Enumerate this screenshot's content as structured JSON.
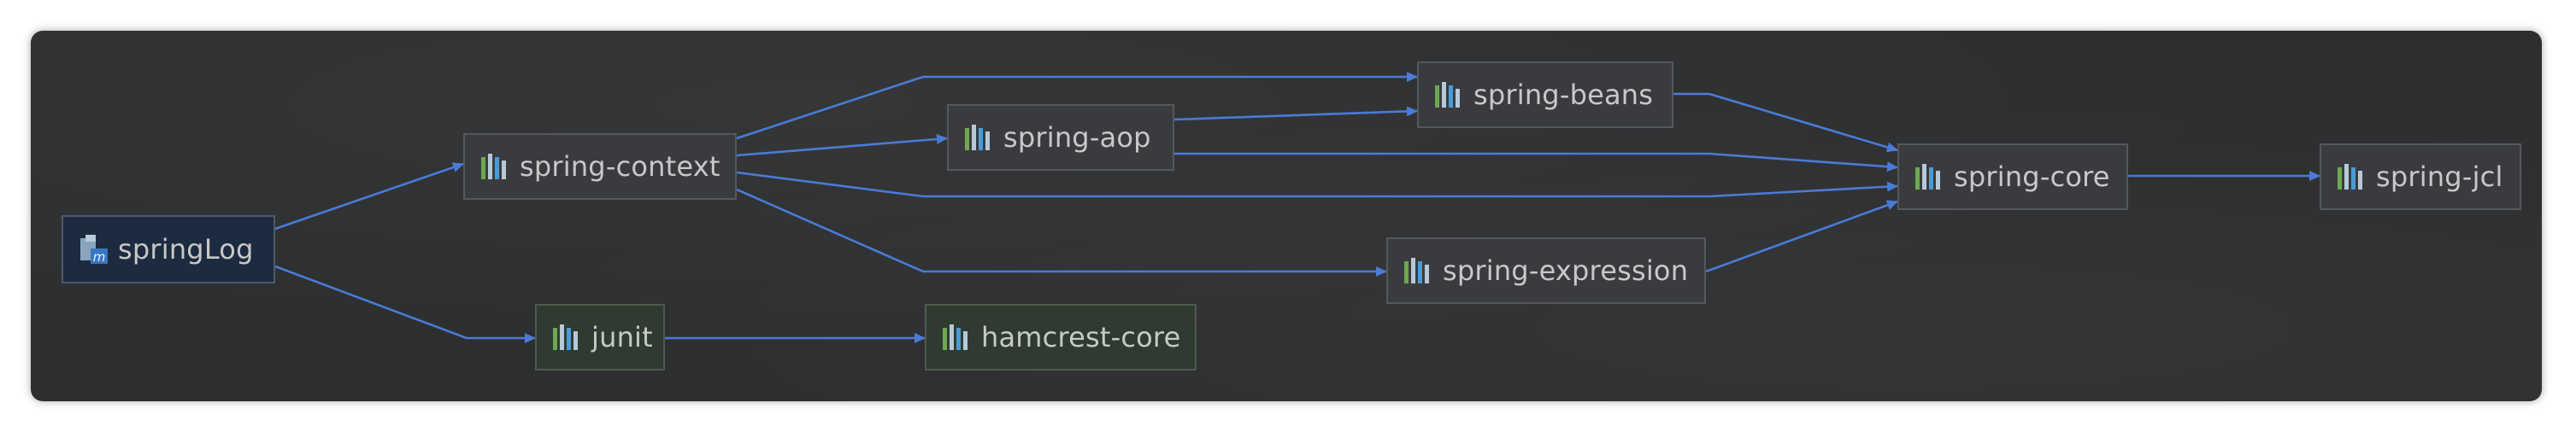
{
  "diagram": {
    "nodes": [
      {
        "id": "springLog",
        "label": "springLog",
        "icon": "maven-module-icon",
        "style": "root"
      },
      {
        "id": "spring-context",
        "label": "spring-context",
        "icon": "library-icon",
        "style": "default"
      },
      {
        "id": "spring-aop",
        "label": "spring-aop",
        "icon": "library-icon",
        "style": "default"
      },
      {
        "id": "spring-beans",
        "label": "spring-beans",
        "icon": "library-icon",
        "style": "default"
      },
      {
        "id": "spring-core",
        "label": "spring-core",
        "icon": "library-icon",
        "style": "default"
      },
      {
        "id": "spring-jcl",
        "label": "spring-jcl",
        "icon": "library-icon",
        "style": "default"
      },
      {
        "id": "spring-expression",
        "label": "spring-expression",
        "icon": "library-icon",
        "style": "default"
      },
      {
        "id": "junit",
        "label": "junit",
        "icon": "library-icon",
        "style": "green"
      },
      {
        "id": "hamcrest-core",
        "label": "hamcrest-core",
        "icon": "library-icon",
        "style": "green"
      }
    ],
    "edges": [
      {
        "from": "springLog",
        "to": "spring-context"
      },
      {
        "from": "springLog",
        "to": "junit"
      },
      {
        "from": "spring-context",
        "to": "spring-beans"
      },
      {
        "from": "spring-context",
        "to": "spring-aop"
      },
      {
        "from": "spring-context",
        "to": "spring-core"
      },
      {
        "from": "spring-context",
        "to": "spring-expression"
      },
      {
        "from": "spring-aop",
        "to": "spring-beans"
      },
      {
        "from": "spring-aop",
        "to": "spring-core"
      },
      {
        "from": "spring-beans",
        "to": "spring-core"
      },
      {
        "from": "spring-expression",
        "to": "spring-core"
      },
      {
        "from": "spring-core",
        "to": "spring-jcl"
      },
      {
        "from": "junit",
        "to": "hamcrest-core"
      }
    ],
    "colors": {
      "background": "#2d2e30",
      "edge": "#4a7bd6",
      "node_fill": "#393b3e",
      "root_fill": "#1c2b3f",
      "green_fill": "#2f3b30",
      "text": "#c8c8c8",
      "icon_green": "#6ea84f",
      "icon_blue": "#4a9ad6",
      "icon_light": "#b7c9d8"
    }
  }
}
